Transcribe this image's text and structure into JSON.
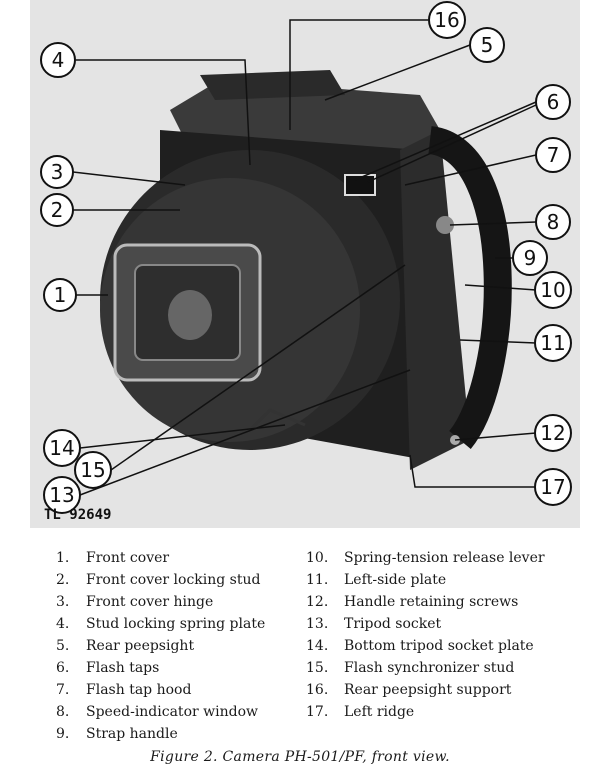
{
  "figure": {
    "plate_id": "TL 92649",
    "callouts": [
      "1",
      "2",
      "3",
      "4",
      "5",
      "6",
      "7",
      "8",
      "9",
      "10",
      "11",
      "12",
      "13",
      "14",
      "15",
      "16",
      "17"
    ]
  },
  "legend": {
    "left": [
      {
        "num": "1.",
        "label": "Front cover"
      },
      {
        "num": "2.",
        "label": "Front cover locking stud"
      },
      {
        "num": "3.",
        "label": "Front cover hinge"
      },
      {
        "num": "4.",
        "label": "Stud locking spring plate"
      },
      {
        "num": "5.",
        "label": "Rear peepsight"
      },
      {
        "num": "6.",
        "label": "Flash taps"
      },
      {
        "num": "7.",
        "label": "Flash tap hood"
      },
      {
        "num": "8.",
        "label": "Speed-indicator window"
      },
      {
        "num": "9.",
        "label": "Strap handle"
      }
    ],
    "right": [
      {
        "num": "10.",
        "label": "Spring-tension release lever"
      },
      {
        "num": "11.",
        "label": "Left-side plate"
      },
      {
        "num": "12.",
        "label": "Handle retaining screws"
      },
      {
        "num": "13.",
        "label": "Tripod socket"
      },
      {
        "num": "14.",
        "label": "Bottom tripod socket plate"
      },
      {
        "num": "15.",
        "label": "Flash synchronizer stud"
      },
      {
        "num": "16.",
        "label": "Rear peepsight support"
      },
      {
        "num": "17.",
        "label": "Left ridge"
      }
    ]
  },
  "caption": "Figure 2.  Camera PH-501/PF, front view."
}
